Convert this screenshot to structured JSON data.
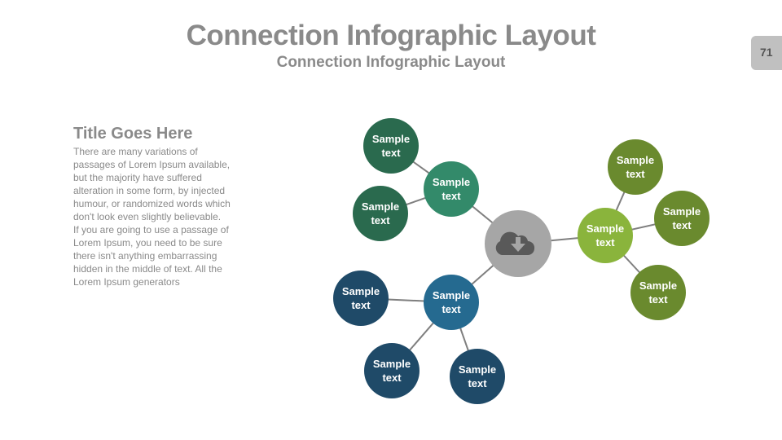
{
  "header": {
    "title": "Connection Infographic Layout",
    "subtitle": "Connection Infographic Layout",
    "page_number": "71"
  },
  "left": {
    "heading": "Title Goes Here",
    "body": "There are many variations of passages of Lorem Ipsum available, but the majority have suffered alteration in some form, by injected humour, or randomized words which don't look even slightly believable.\n If you are going to use a passage of Lorem Ipsum, you need to be sure there isn't anything embarrassing hidden in the middle of text. All the Lorem Ipsum generators"
  },
  "diagram": {
    "center_icon": "cloud-download-icon",
    "colors": {
      "center": "#a6a6a6",
      "green_hub": "#338a6a",
      "green_sat": "#2a6a4e",
      "blue_hub": "#256a90",
      "blue_sat": "#1f4a68",
      "olive_hub": "#8ab43c",
      "olive_sat": "#6a8a2e",
      "line": "#7f7f7f"
    },
    "nodes": [
      {
        "line1": "Sample",
        "line2": "text"
      },
      {
        "line1": "Sample",
        "line2": "text"
      },
      {
        "line1": "Sample",
        "line2": "text"
      },
      {
        "line1": "Sample",
        "line2": "text"
      },
      {
        "line1": "Sample",
        "line2": "text"
      },
      {
        "line1": "Sample",
        "line2": "text"
      },
      {
        "line1": "Sample",
        "line2": "text"
      },
      {
        "line1": "Sample",
        "line2": "text"
      },
      {
        "line1": "Sample",
        "line2": "text"
      },
      {
        "line1": "Sample",
        "line2": "text"
      },
      {
        "line1": "Sample",
        "line2": "text"
      }
    ]
  }
}
